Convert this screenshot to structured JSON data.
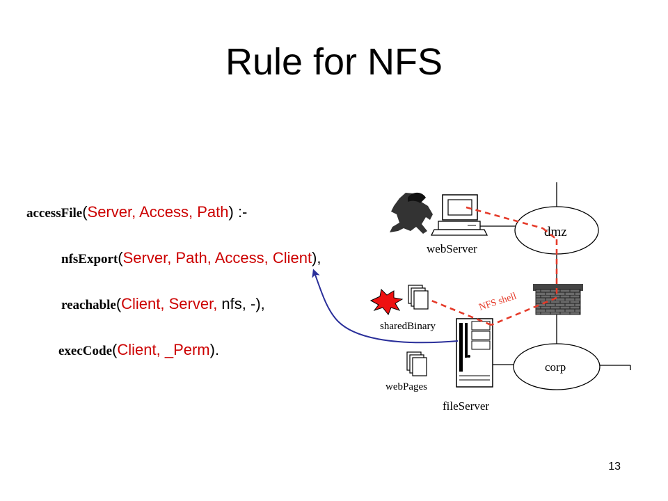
{
  "title": "Rule for NFS",
  "page_number": "13",
  "rule": {
    "head": {
      "pred": "accessFile",
      "open": "(",
      "args": "Server, Access, Path",
      "close": ")",
      "tail": " :-"
    },
    "body": [
      {
        "pred": "nfsExport",
        "segments": [
          {
            "t": "(",
            "c": "black"
          },
          {
            "t": "Server, Path, Access, Client",
            "c": "red"
          },
          {
            "t": "),",
            "c": "black"
          }
        ]
      },
      {
        "pred": "reachable",
        "segments": [
          {
            "t": "(",
            "c": "black"
          },
          {
            "t": "Client, Server, ",
            "c": "red"
          },
          {
            "t": "nfs, -),",
            "c": "black"
          }
        ]
      },
      {
        "pred": "execCode",
        "segments": [
          {
            "t": "(",
            "c": "black"
          },
          {
            "t": "Client, _Perm",
            "c": "red"
          },
          {
            "t": ").",
            "c": "black"
          }
        ]
      }
    ]
  },
  "diagram": {
    "nodes": {
      "webServer": "webServer",
      "dmz": "dmz",
      "corp": "corp",
      "fileServer": "fileServer",
      "sharedBinary": "sharedBinary",
      "webPages": "webPages"
    },
    "edge_label": "NFS shell",
    "colors": {
      "red_dashed": "#e53b2a",
      "arrow": "#2a2f9a",
      "firewall": "#555555"
    }
  }
}
